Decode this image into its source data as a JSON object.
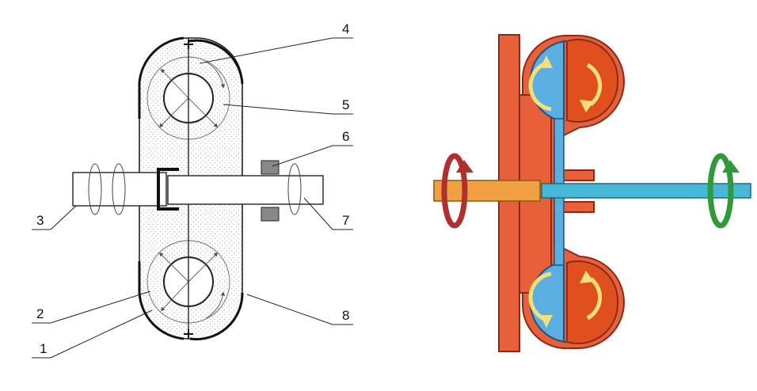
{
  "left_diagram": {
    "callouts": [
      {
        "id": "1",
        "label": "1"
      },
      {
        "id": "2",
        "label": "2"
      },
      {
        "id": "3",
        "label": "3"
      },
      {
        "id": "4",
        "label": "4"
      },
      {
        "id": "5",
        "label": "5"
      },
      {
        "id": "6",
        "label": "6"
      },
      {
        "id": "7",
        "label": "7"
      },
      {
        "id": "8",
        "label": "8"
      }
    ]
  },
  "right_diagram": {
    "colors": {
      "housing": "#e8603a",
      "housing_dark": "#b8402a",
      "turbine": "#5aaee0",
      "input_shaft": "#f0a040",
      "output_shaft": "#48b8d8",
      "flow_arrow": "#f4e07a",
      "input_rotation_arrow": "#b03030",
      "output_rotation_arrow": "#2e9a3a"
    }
  }
}
